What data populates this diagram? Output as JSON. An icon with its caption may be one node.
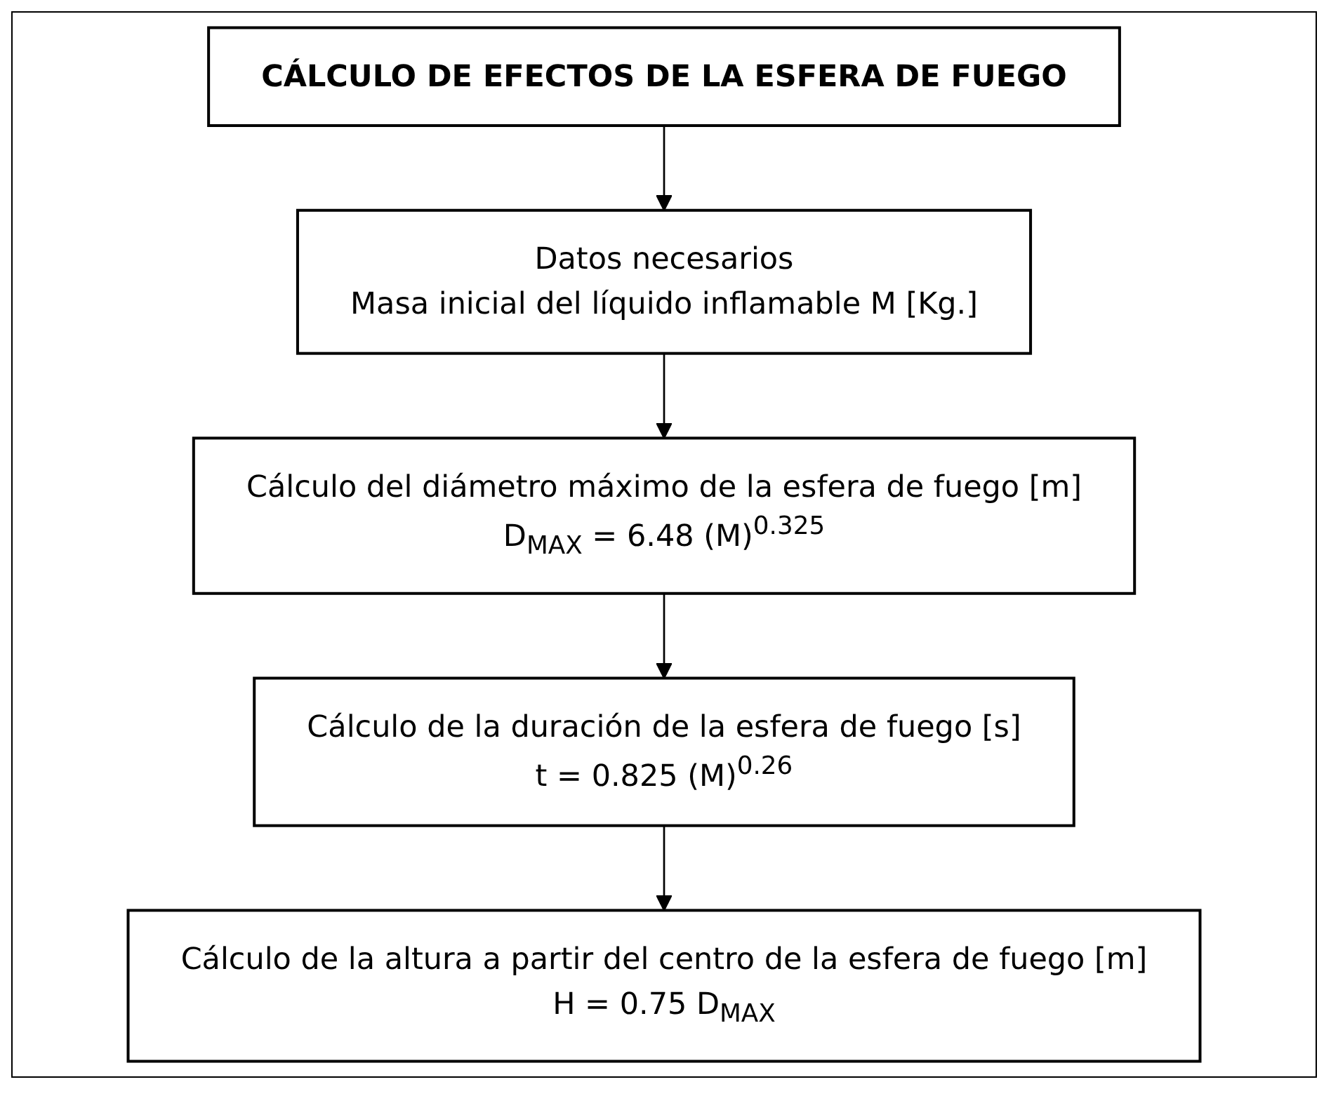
{
  "diagram": {
    "nodes": [
      {
        "text": [
          "CÁLCULO DE EFECTOS DE LA ESFERA DE FUEGO"
        ]
      },
      {
        "text": [
          "Datos necesarios",
          "Masa inicial del líquido inflamable M [Kg.]"
        ]
      },
      {
        "text": [
          "Cálculo del diámetro máximo de la esfera de fuego [m]",
          "D$_{MAX}$ = 6.48 (M)$^{0.325}$"
        ]
      },
      {
        "text": [
          "Cálculo de la duración de la esfera de fuego [s]",
          "t = 0.825 (M)$^{0.26}$"
        ]
      },
      {
        "text": [
          "Cálculo de la altura a partir del centro de la esfera de fuego [m]",
          "H = 0.75 D$_{MAX}$"
        ]
      }
    ],
    "edges": [
      {
        "from": 0,
        "to": 1,
        "arrow": "to"
      },
      {
        "from": 1,
        "to": 2,
        "arrow": "to"
      },
      {
        "from": 2,
        "to": 3,
        "arrow": "to"
      },
      {
        "from": 3,
        "to": 4,
        "arrow": "to"
      }
    ]
  }
}
